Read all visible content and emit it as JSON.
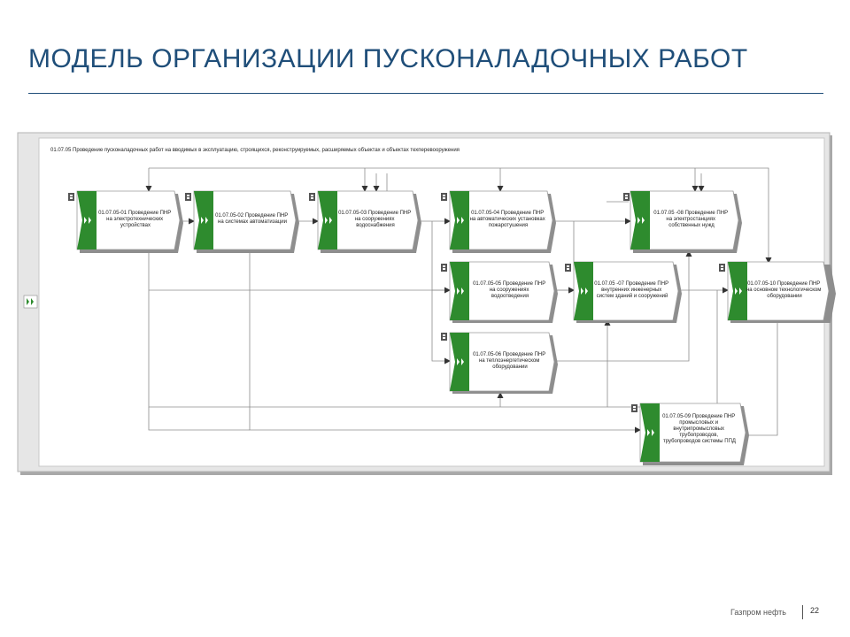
{
  "slide": {
    "title": "МОДЕЛЬ ОРГАНИЗАЦИИ ПУСКОНАЛАДОЧНЫХ РАБОТ"
  },
  "process": {
    "label": "01.07.05 Проведение пусконаладочных работ на вводимых в эксплуатацию, строящихся, реконструируемых, расширяемых объектах и объектах техперевооружения"
  },
  "functions": [
    {
      "id": "f01",
      "lines": [
        "01.07.05-01 Проведение ПНР",
        "на электротехнических",
        "устройствах"
      ]
    },
    {
      "id": "f02",
      "lines": [
        "01.07.05-02 Проведение ПНР",
        "на системах автоматизации"
      ]
    },
    {
      "id": "f03",
      "lines": [
        "01.07.05-03 Проведение ПНР",
        "на сооружениях",
        "водоснабжения"
      ]
    },
    {
      "id": "f04",
      "lines": [
        "01.07.05-04 Проведение ПНР",
        "на автоматических установках",
        "пожаротушения"
      ]
    },
    {
      "id": "f05",
      "lines": [
        "01.07.05-05 Проведение ПНР",
        "на сооружениях",
        "водоотведения"
      ]
    },
    {
      "id": "f06",
      "lines": [
        "01.07.05-06 Проведение ПНР",
        "на теплоэнергетическом",
        "оборудовании"
      ]
    },
    {
      "id": "f07",
      "lines": [
        "01.07.05 -07 Проведение ПНР",
        "внутренних инженерных",
        "систем зданий и сооружений"
      ]
    },
    {
      "id": "f08",
      "lines": [
        "01.07.05 -08 Проведение ПНР",
        "на электростанциях",
        "собственных нужд"
      ]
    },
    {
      "id": "f09",
      "lines": [
        "01.07.05-09 Проведение ПНР",
        "промысловых и",
        "внутрипромысловых",
        "трубопроводов,",
        "трубопроводов системы ППД"
      ]
    },
    {
      "id": "f10",
      "lines": [
        "01.07.05-10 Проведение ПНР",
        "на основном технологическом",
        "оборудовании"
      ]
    }
  ],
  "colors": {
    "title": "#1f4e79",
    "green": "#2e8b2e",
    "box_border": "#9a9a9a",
    "frame": "#b3b3b3",
    "line": "#8c8c8c"
  },
  "icons": {
    "function_chevron": "double-chevron-icon",
    "assignment": "process-link-icon"
  },
  "footer": {
    "company": "Газпром нефть",
    "page": "22"
  }
}
